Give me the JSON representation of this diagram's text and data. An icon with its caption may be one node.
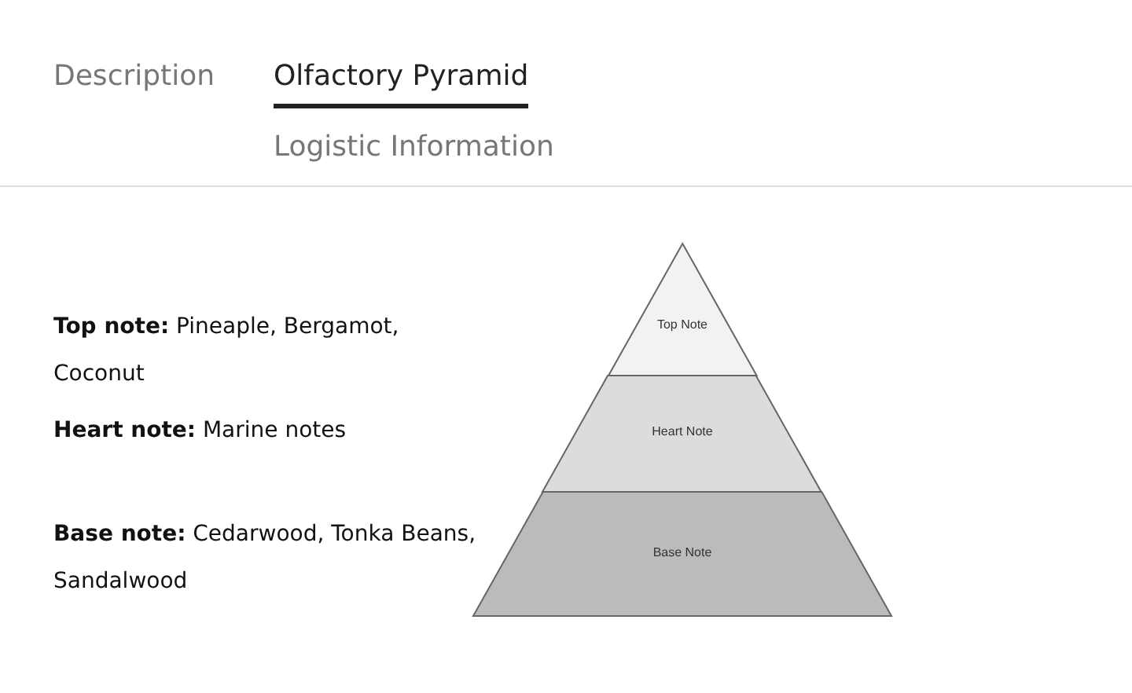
{
  "diagram": {
    "nodes": [
      {
        "text": [
          "Top Note"
        ]
      },
      {
        "text": [
          "Heart Note"
        ]
      },
      {
        "text": [
          "Base Note"
        ]
      }
    ],
    "edges": [],
    "labels": [
      "Description",
      "Olfactory Pyramid",
      "Logistic Information",
      "**Top note:** Pineaple, Bergamot, Coconut",
      "**Heart note:** Marine notes",
      "**Base note:** Cedarwood, Tonka Beans, Sandalwood"
    ]
  }
}
